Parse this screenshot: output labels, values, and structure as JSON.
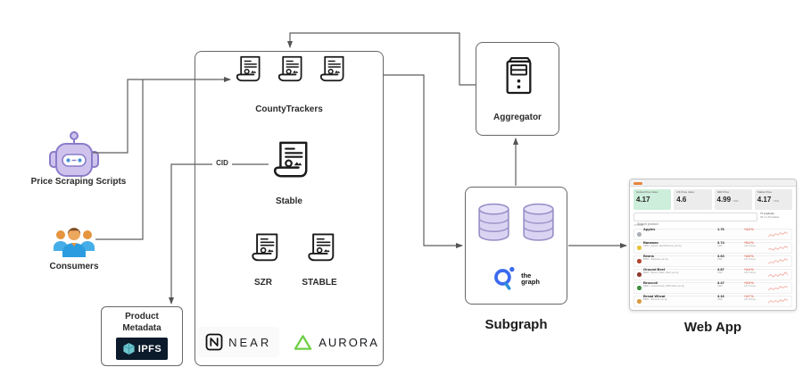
{
  "nodes": {
    "price_scraping_scripts": {
      "label": "Price Scraping Scripts",
      "icon": "robot-icon"
    },
    "consumers": {
      "label": "Consumers",
      "icon": "people-icon"
    },
    "contracts": {
      "county_trackers": {
        "label": "CountyTrackers",
        "icon": "contract-icon"
      },
      "stable_main": {
        "label": "Stable",
        "icon": "contract-icon"
      },
      "szr": {
        "label": "SZR",
        "icon": "contract-icon"
      },
      "stable_token": {
        "label": "STABLE",
        "icon": "contract-icon"
      },
      "near_logo_text": "NEAR",
      "aurora_logo_text": "AURORA"
    },
    "aggregator": {
      "label": "Aggregator",
      "icon": "server-icon"
    },
    "subgraph": {
      "label": "Subgraph",
      "icon": "database-icon",
      "logo_line1": "the",
      "logo_line2": "graph"
    },
    "product_metadata": {
      "line1": "Product",
      "line2": "Metadata",
      "logo_text": "IPFS",
      "logo_icon": "ipfs-cube-icon"
    },
    "web_app": {
      "label": "Web App"
    }
  },
  "edges": {
    "cid_label": "CID"
  },
  "webapp": {
    "stats": [
      {
        "label": "Global Price Index",
        "value": "4.17",
        "unit": ""
      },
      {
        "label": "US Price Index",
        "value": "4.6",
        "unit": ""
      },
      {
        "label": "SZR Price",
        "value": "4.99",
        "unit": "USD"
      },
      {
        "label": "Stable Price",
        "value": "4.17",
        "unit": "USD"
      }
    ],
    "search_placeholder": "Search product",
    "products_count": "77 products",
    "basket_note": "36 in US basket",
    "category_label": "FOOD",
    "change_note": "24h Change",
    "rows": [
      {
        "icon": "apple-icon",
        "icon_color": "#aab0b6",
        "name": "Apples",
        "subtitle": "AP02 - Apples, Red Delicious, per kg",
        "price": "1.76",
        "currency": "USD",
        "change": "+4.0 %"
      },
      {
        "icon": "banana-icon",
        "icon_color": "#e8c23a",
        "name": "Bananas",
        "subtitle": "BN01 - Bananas, per kg",
        "price": "3.74",
        "currency": "USD",
        "change": "+5.4 %"
      },
      {
        "icon": "beans-icon",
        "icon_color": "#b5452e",
        "name": "Beans",
        "subtitle": "BE04 - Beans, black, dried, per kg",
        "price": "3.63",
        "currency": "USD",
        "change": "+4.8 %"
      },
      {
        "icon": "beef-icon",
        "icon_color": "#8e3b2e",
        "name": "Ground Beef",
        "subtitle": "GB01 - Ground beef, 100% beef, per kg",
        "price": "3.87",
        "currency": "USD",
        "change": "+4.4 %"
      },
      {
        "icon": "broccoli-icon",
        "icon_color": "#3e8e41",
        "name": "Broccoli",
        "subtitle": "BR01 - Broccoli, per kg",
        "price": "3.47",
        "currency": "USD",
        "change": "+3.9 %"
      },
      {
        "icon": "bread-icon",
        "icon_color": "#d89a3e",
        "name": "Bread Wheat",
        "subtitle": "BW01 - Bread, wheat, white, per kg",
        "price": "3.16",
        "currency": "USD",
        "change": "+4.7 %"
      }
    ]
  },
  "colors": {
    "connector_gray": "#5e5e5e",
    "robot_purple": "#cfc3ee",
    "cylinder_purple": "#dad4f2",
    "graph_blue": "#3b6af0",
    "aurora_green": "#6ecf45",
    "green_card": "#cdeeda",
    "gray_card": "#ececec",
    "change_red": "#e2604c",
    "ipfs_navy": "#0b1b2b"
  }
}
